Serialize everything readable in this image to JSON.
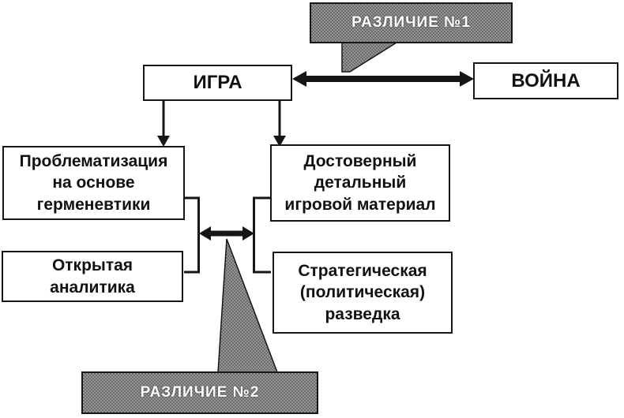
{
  "colors": {
    "canvas_bg": "#ffffff",
    "line": "#161616",
    "box_bg": "#ffffff",
    "box_text": "#111111",
    "callout_dark": "#6d6d6d",
    "callout_light": "#949494",
    "callout_text": "#ffffff"
  },
  "callouts": {
    "difference1": {
      "label": "РАЗЛИЧИЕ №1"
    },
    "difference2": {
      "label": "РАЗЛИЧИЕ №2"
    }
  },
  "boxes": {
    "game": {
      "label": "ИГРА"
    },
    "war": {
      "label": "ВОЙНА"
    },
    "problematization": {
      "label": "Проблематизация на основе герменевтики"
    },
    "game_material": {
      "label": "Достоверный детальный игровой материал"
    },
    "open_analytics": {
      "label": "Открытая аналитика"
    },
    "intelligence": {
      "label": "Стратегическая (политическая) разведка"
    }
  },
  "relations": [
    {
      "from": "ИГРА",
      "to": "ВОЙНА",
      "type": "double-arrow",
      "annotation": "РАЗЛИЧИЕ №1"
    },
    {
      "from": "ИГРА",
      "to": "Проблематизация на основе герменевтики",
      "type": "arrow-down"
    },
    {
      "from": "ИГРА",
      "to": "Достоверный детальный игровой материал",
      "type": "arrow-down"
    },
    {
      "from": "Проблематизация на основе герменевтики; Открытая аналитика",
      "to": "Достоверный детальный игровой материал; Стратегическая (политическая) разведка",
      "type": "double-arrow",
      "annotation": "РАЗЛИЧИЕ №2"
    }
  ]
}
